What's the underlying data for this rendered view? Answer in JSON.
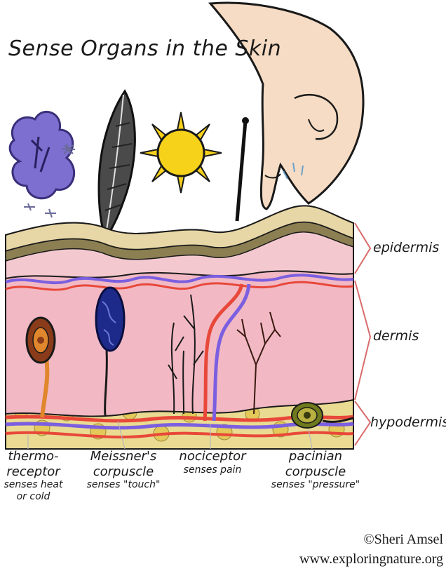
{
  "title": "Sense Organs in the Skin",
  "layers": {
    "epidermis": "epidermis",
    "dermis": "dermis",
    "hypodermis": "hypodermis"
  },
  "receptors": {
    "thermoreceptor": {
      "line1": "thermo-",
      "line2": "receptor",
      "line3": "senses heat",
      "line4": "or cold"
    },
    "meissner": {
      "line1": "Meissner's",
      "line2": "corpuscle",
      "line3": "senses \"touch\""
    },
    "nociceptor": {
      "line1": "nociceptor",
      "line2": "senses pain"
    },
    "pacinian": {
      "line1": "pacinian",
      "line2": "corpuscle",
      "line3": "senses \"pressure\""
    }
  },
  "credit": {
    "copyright": "©Sheri Amsel",
    "website": "www.exploringnature.org"
  },
  "colors": {
    "dermis": "#f2b9c4",
    "epidermis_top": "#e8d7a6",
    "epidermis_band": "#8c7f52",
    "fat": "#e7d67d",
    "artery": "#e8483a",
    "vein": "#7b5fe0",
    "sun": "#f7d21b",
    "meissner": "#1e2a8a"
  }
}
